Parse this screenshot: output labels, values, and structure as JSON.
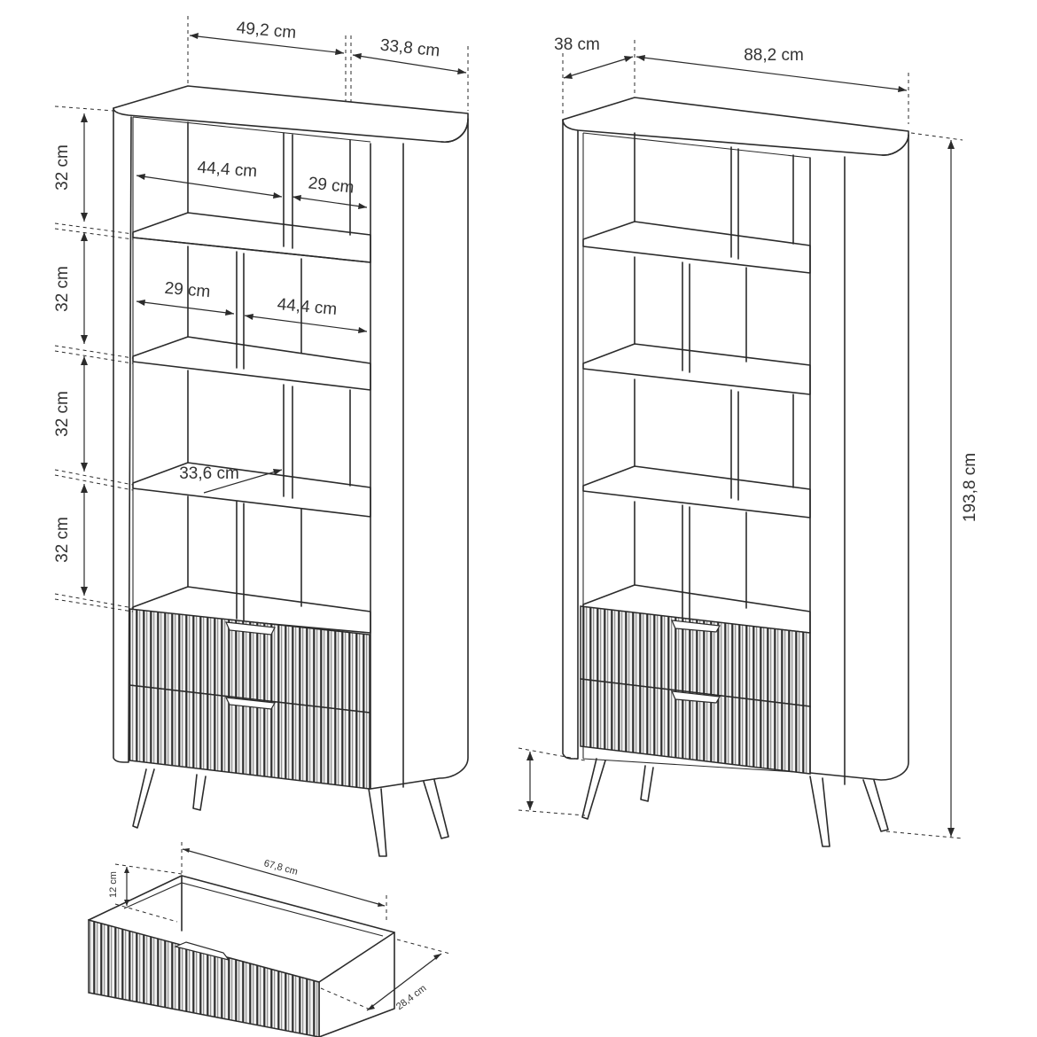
{
  "labels": {
    "top_width_left": "49,2 cm",
    "top_depth_left": "33,8 cm",
    "shelf_1_wide": "44,4 cm",
    "shelf_1_narrow": "29 cm",
    "shelf_2_narrow": "29 cm",
    "shelf_2_wide": "44,4 cm",
    "shelf_3_depth": "33,6 cm",
    "height_1": "32 cm",
    "height_2": "32 cm",
    "height_3": "32 cm",
    "height_4": "32 cm",
    "right_depth": "38 cm",
    "right_width": "88,2 cm",
    "total_height": "193,8 cm",
    "drawer_width": "67,8 cm",
    "drawer_height": "12 cm",
    "drawer_depth": "28,4 cm"
  }
}
